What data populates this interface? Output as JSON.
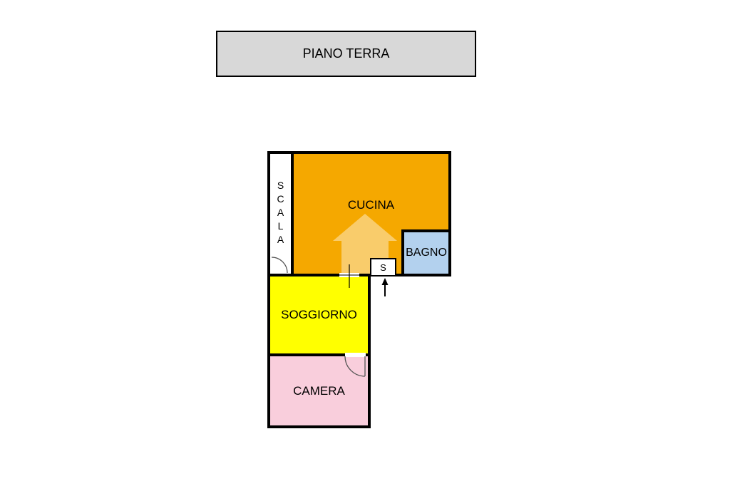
{
  "floor_plan": {
    "title": "PIANO TERRA",
    "rooms": {
      "scala": {
        "label": "SCALA"
      },
      "cucina": {
        "label": "CUCINA"
      },
      "bagno": {
        "label": "BAGNO"
      },
      "soggiorno": {
        "label": "SOGGIORNO"
      },
      "camera": {
        "label": "CAMERA"
      }
    },
    "markers": {
      "stair_entry": "S"
    },
    "colors": {
      "title_background": "#D8D8D8",
      "wall": "#000000",
      "scala": "#FFFFFF",
      "cucina": "#F5A800",
      "bagno": "#B3D1EE",
      "soggiorno": "#FFFF00",
      "camera": "#F9CEDC"
    }
  }
}
